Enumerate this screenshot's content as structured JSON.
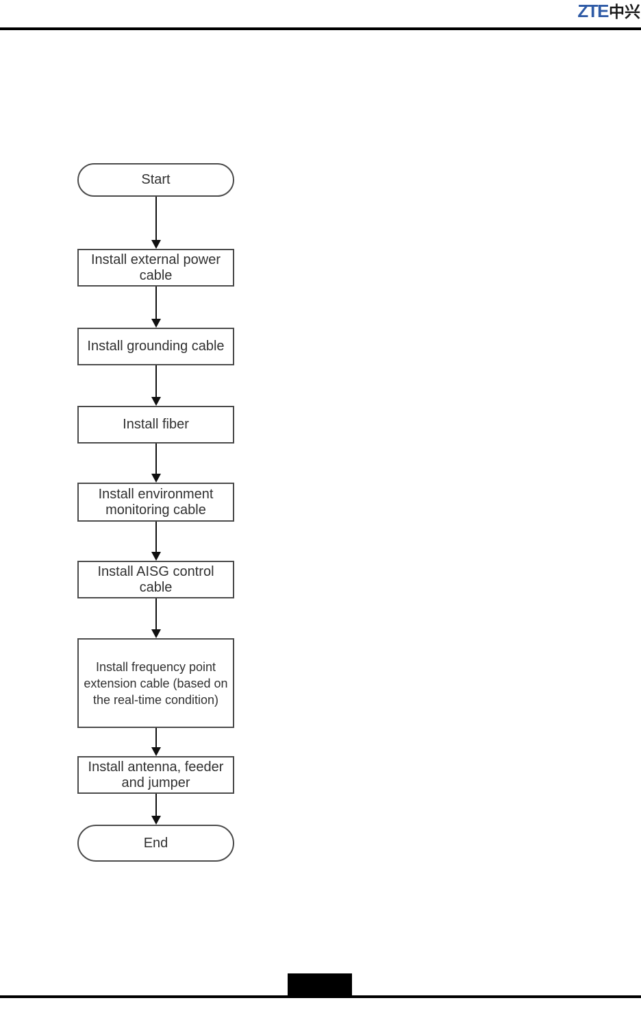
{
  "page": {
    "logo": {
      "latin": "ZTE",
      "cjk": "中兴"
    },
    "colors": {
      "logo_blue": "#2f5ba6",
      "rule_black": "#000000",
      "box_border": "#4a4a4a",
      "text": "#303030",
      "footer_block": "#000000",
      "background": "#ffffff"
    }
  },
  "flowchart": {
    "direction": "top-to-bottom",
    "nodes": [
      {
        "id": "start",
        "type": "terminator",
        "label": "Start"
      },
      {
        "id": "install-external-power-cable",
        "type": "process",
        "label": "Install external power cable"
      },
      {
        "id": "install-grounding-cable",
        "type": "process",
        "label": "Install grounding cable"
      },
      {
        "id": "install-fiber",
        "type": "process",
        "label": "Install fiber"
      },
      {
        "id": "install-env-monitoring-cable",
        "type": "process",
        "label": "Install environment monitoring cable"
      },
      {
        "id": "install-aisg-control-cable",
        "type": "process",
        "label": "Install AISG control cable"
      },
      {
        "id": "install-freq-extension-cable",
        "type": "process",
        "label": "Install frequency point extension cable (based on the real-time condition)"
      },
      {
        "id": "install-antenna-feeder-jumper",
        "type": "process",
        "label": "Install antenna, feeder and jumper"
      },
      {
        "id": "end",
        "type": "terminator",
        "label": "End"
      }
    ],
    "edges": [
      {
        "from": "start",
        "to": "install-external-power-cable"
      },
      {
        "from": "install-external-power-cable",
        "to": "install-grounding-cable"
      },
      {
        "from": "install-grounding-cable",
        "to": "install-fiber"
      },
      {
        "from": "install-fiber",
        "to": "install-env-monitoring-cable"
      },
      {
        "from": "install-env-monitoring-cable",
        "to": "install-aisg-control-cable"
      },
      {
        "from": "install-aisg-control-cable",
        "to": "install-freq-extension-cable"
      },
      {
        "from": "install-freq-extension-cable",
        "to": "install-antenna-feeder-jumper"
      },
      {
        "from": "install-antenna-feeder-jumper",
        "to": "end"
      }
    ]
  }
}
